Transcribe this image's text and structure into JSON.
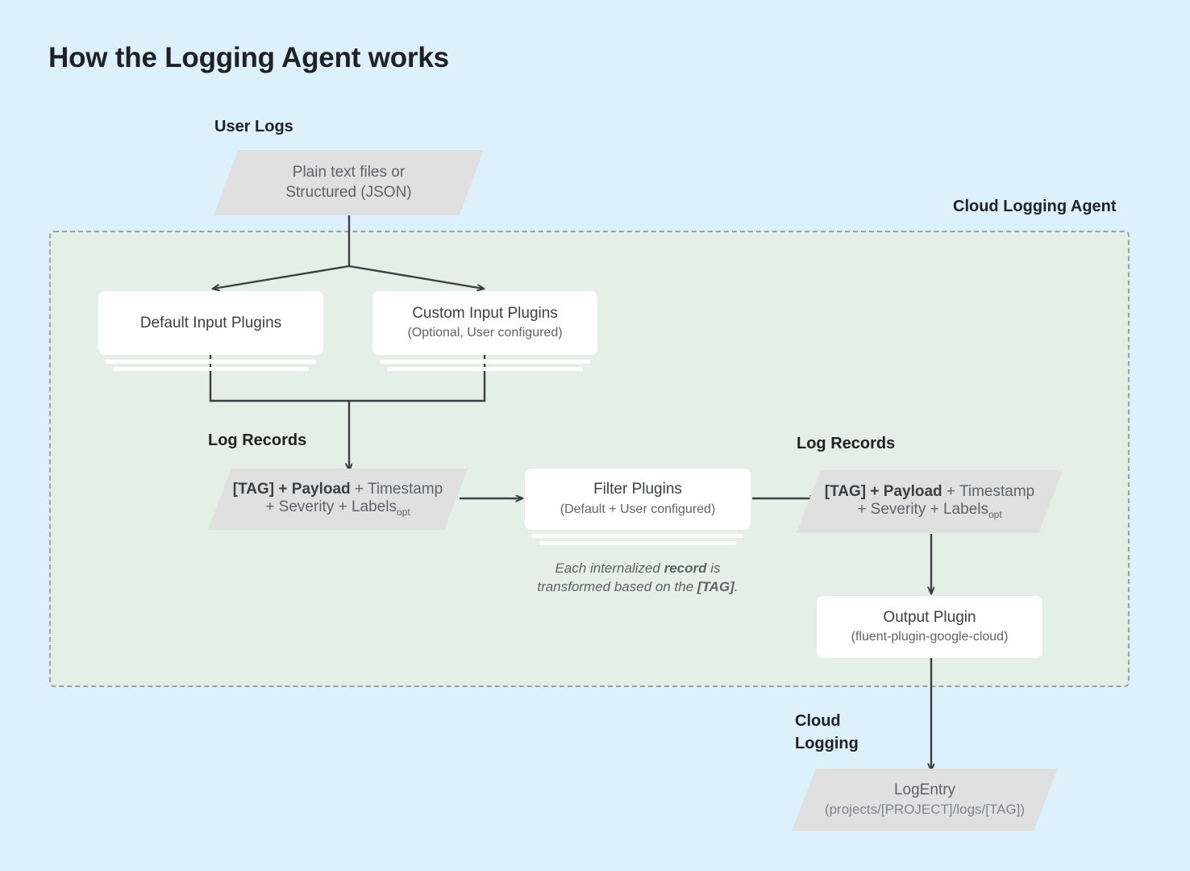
{
  "title": "How the Logging Agent works",
  "colors": {
    "page_background": "#ddf1fc",
    "agent_region_background": "#e3efe7",
    "agent_region_border": "#9aa0a6",
    "parallelogram_fill": "#e0e0e0",
    "card_fill": "#ffffff",
    "line": "#3c4043",
    "text_primary": "#202124",
    "text_secondary": "#5f6368"
  },
  "labels": {
    "user_logs": "User Logs",
    "cloud_logging_agent": "Cloud Logging Agent",
    "log_records_left": "Log Records",
    "log_records_right": "Log Records",
    "cloud_logging": "Cloud\nLogging"
  },
  "nodes": {
    "user_logs_source": {
      "line1": "Plain text files or",
      "line2": "Structured (JSON)"
    },
    "default_input_plugins": {
      "title": "Default Input Plugins",
      "subtitle": ""
    },
    "custom_input_plugins": {
      "title": "Custom Input Plugins",
      "subtitle": "(Optional, User configured)"
    },
    "log_record_left": {
      "bold": "[TAG] + Payload",
      "rest": " + Timestamp",
      "line2_prefix": "+ Severity + Labels",
      "line2_sub": "opt"
    },
    "filter_plugins": {
      "title": "Filter Plugins",
      "subtitle": "(Default + User configured)"
    },
    "log_record_right": {
      "bold": "[TAG] + Payload",
      "rest": " + Timestamp",
      "line2_prefix": "+ Severity + Labels",
      "line2_sub": "opt"
    },
    "output_plugin": {
      "title": "Output Plugin",
      "subtitle": "(fluent-plugin-google-cloud)"
    },
    "log_entry": {
      "title": "LogEntry",
      "subtitle": "(projects/[PROJECT]/logs/[TAG])"
    }
  },
  "annotations": {
    "transform_note_part1": "Each internalized ",
    "transform_note_bold1": "record",
    "transform_note_part2": " is",
    "transform_note_part3": "transformed based on the ",
    "transform_note_bold2": "[TAG]",
    "transform_note_part4": "."
  }
}
